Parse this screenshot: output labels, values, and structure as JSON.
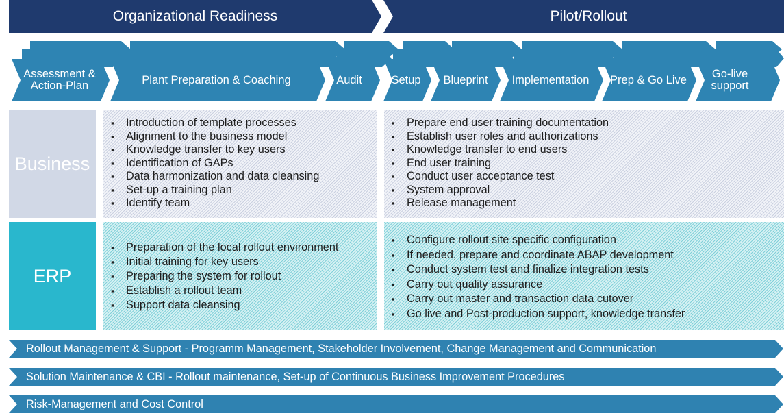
{
  "colors": {
    "phase_navy": "#1f3a6e",
    "step_blue": "#2e84b3",
    "step_shadow": "#2e84b3",
    "business_label_bg": "#d1d8e6",
    "erp_label_bg": "#29b7cd",
    "bar_blue": "#2f82b1"
  },
  "phases": [
    {
      "label": "Organizational Readiness"
    },
    {
      "label": "Pilot/Rollout"
    }
  ],
  "steps": [
    {
      "label": "Assessment & Action-Plan"
    },
    {
      "label": "Plant Preparation & Coaching"
    },
    {
      "label": "Audit"
    },
    {
      "label": "Setup"
    },
    {
      "label": "Blueprint"
    },
    {
      "label": "Implementation"
    },
    {
      "label": "Prep & Go Live"
    },
    {
      "label": "Go-live support"
    }
  ],
  "rows": [
    {
      "label": "Business",
      "left_items": [
        "Introduction of template processes",
        "Alignment to the business model",
        "Knowledge transfer to key users",
        "Identification of GAPs",
        "Data harmonization and data cleansing",
        "Set-up a training plan",
        "Identify team"
      ],
      "right_items": [
        "Prepare end user training documentation",
        "Establish user roles and authorizations",
        "Knowledge transfer to end users",
        "End user training",
        "Conduct user acceptance test",
        "System approval",
        "Release management"
      ]
    },
    {
      "label": "ERP",
      "left_items": [
        "Preparation of the local  rollout environment",
        "Initial training for key users",
        "Preparing the system  for rollout",
        "Establish a rollout team",
        "Support data cleansing"
      ],
      "right_items": [
        "Configure rollout site specific configuration",
        "If needed, prepare and coordinate ABAP development",
        "Conduct system test and finalize integration tests",
        "Carry out quality assurance",
        "Carry out master and transaction data cutover",
        "Go live and Post-production support, knowledge transfer"
      ]
    }
  ],
  "bars": [
    {
      "label": "Rollout Management & Support - Programm Management, Stakeholder Involvement, Change Management and Communication"
    },
    {
      "label": "Solution Maintenance & CBI - Rollout maintenance, Set-up of Continuous Business Improvement Procedures"
    },
    {
      "label": "Risk-Management and Cost Control"
    }
  ]
}
